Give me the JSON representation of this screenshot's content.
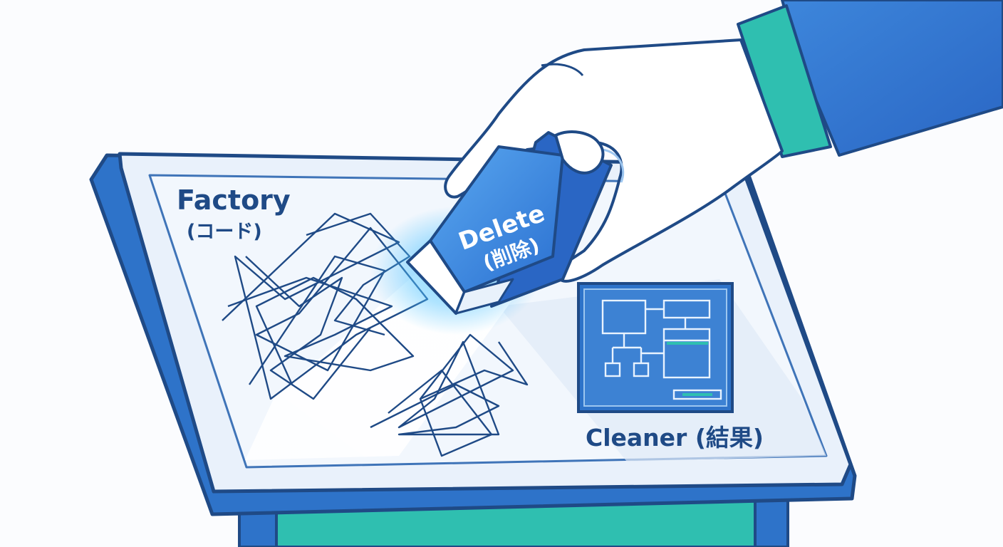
{
  "labels": {
    "factory_title": "Factory",
    "factory_sub": "(コード)",
    "eraser_title": "Delete",
    "eraser_sub": "(削除)",
    "cleaner": "Cleaner (結果)"
  },
  "colors": {
    "navy": "#1f4a86",
    "blue": "#2e73c9",
    "blue_light": "#dce9f7",
    "teal": "#2fbfb0",
    "board_face": "#eef4fb",
    "glow": "#4fc3ff"
  },
  "icons": {
    "hand": "hand-icon",
    "eraser": "eraser-icon",
    "scribble": "tangled-lines-icon",
    "diagram": "flowchart-icon"
  }
}
